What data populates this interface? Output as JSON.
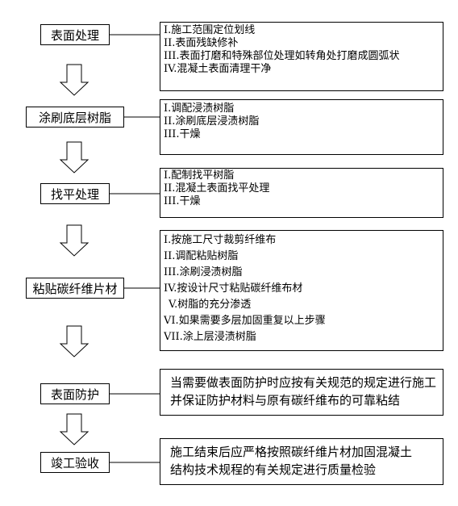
{
  "steps": [
    {
      "label": "表面处理",
      "details": [
        "I.施工范围定位划线",
        "II.表面残缺修补",
        "III.表面打磨和特殊部位处理如转角处打磨成圆弧状",
        "IV.混凝土表面清理干净"
      ]
    },
    {
      "label": "涂刷底层树脂",
      "details": [
        "I.调配浸渍树脂",
        "II.涂刷底层浸渍树脂",
        "III.干燥"
      ]
    },
    {
      "label": "找平处理",
      "details": [
        "I.配制找平树脂",
        "II.混凝土表面找平处理",
        "III.干燥"
      ]
    },
    {
      "label": "粘贴碳纤维片材",
      "details": [
        "I.按施工尺寸裁剪纤维布",
        "II.调配粘贴树脂",
        "III.涂刷浸渍树脂",
        "IV.按设计尺寸粘贴碳纤维布材",
        "V.树脂的充分渗透",
        "VI.如果需要多层加固重复以上步骤",
        "VII.涂上层浸渍树脂"
      ]
    },
    {
      "label": "表面防护",
      "details": [
        "当需要做表面防护时应按有关规范的规定进行施工",
        "并保证防护材料与原有碳纤维布的可靠粘结"
      ]
    },
    {
      "label": "竣工验收",
      "details": [
        "施工结束后应严格按照碳纤维片材加固混凝土",
        "结构技术规程的有关规定进行质量检验"
      ]
    }
  ]
}
